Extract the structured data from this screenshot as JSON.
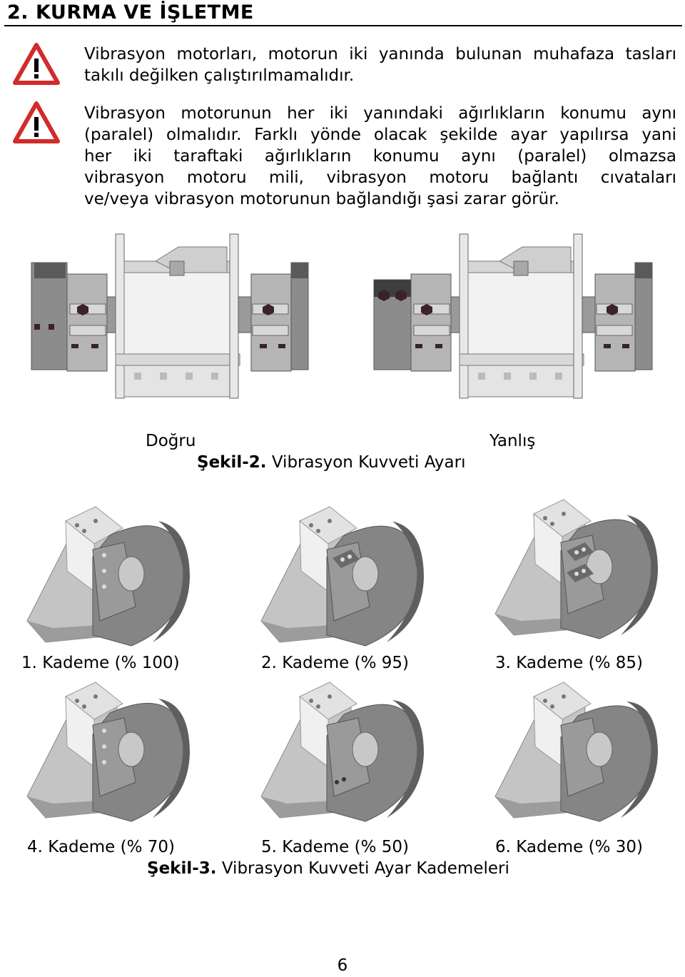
{
  "section": {
    "title": "2. KURMA VE İŞLETME"
  },
  "warnings": [
    {
      "icon": "warning-triangle-icon",
      "lines": [
        "Vibrasyon motorları, motorun iki yanında bulunan muhafaza tasları",
        "takılı değilken çalıştırılmamalıdır."
      ]
    },
    {
      "icon": "warning-triangle-icon",
      "lines": [
        "Vibrasyon motorunun her iki yanındaki ağırlıkların konumu aynı",
        "(paralel) olmalıdır. Farklı yönde olacak şekilde ayar yapılırsa yani",
        "her iki taraftaki ağırlıkların konumu aynı (paralel) olmazsa",
        "vibrasyon motoru mili, vibrasyon motoru bağlantı cıvataları",
        "ve/veya vibrasyon motorunun bağlandığı şasi zarar görür."
      ]
    }
  ],
  "figure2": {
    "label_correct": "Doğru",
    "label_wrong": "Yanlış",
    "caption_bold": "Şekil-2.",
    "caption_text": " Vibrasyon Kuvveti Ayarı"
  },
  "figure3": {
    "stages": [
      "1. Kademe (% 100)",
      "2. Kademe (% 95)",
      "3. Kademe (% 85)",
      "4. Kademe (% 70)",
      "5. Kademe (% 50)",
      "6. Kademe (% 30)"
    ],
    "caption_bold": "Şekil-3.",
    "caption_text": " Vibrasyon Kuvveti Ayar Kademeleri"
  },
  "page_number": "6",
  "colors": {
    "warning_red": "#d22b2b",
    "metal_light": "#e6e6e6",
    "metal_mid": "#a0a0a0",
    "metal_dark": "#6e6e6e"
  }
}
